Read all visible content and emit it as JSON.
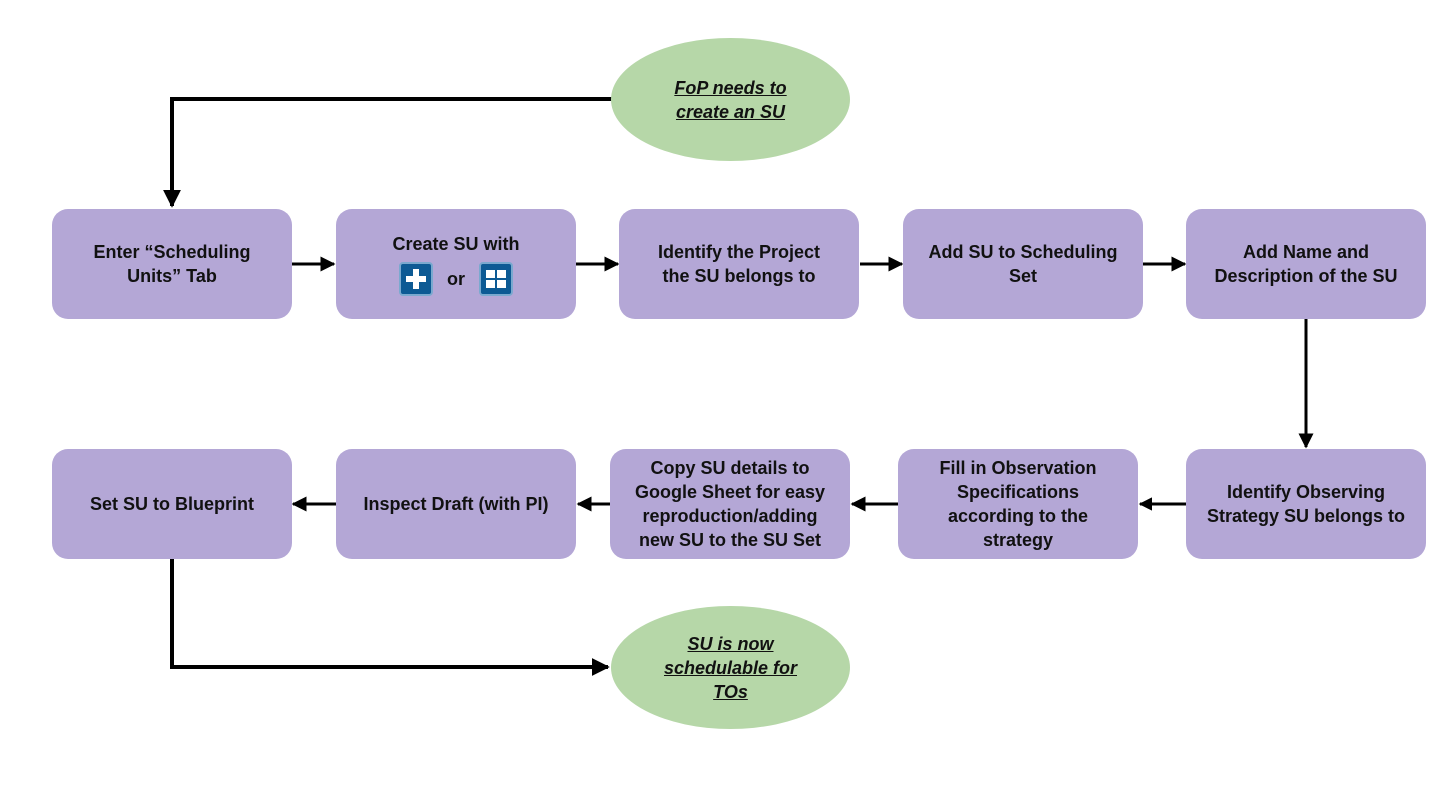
{
  "start": {
    "line1": "FoP needs to",
    "line2": "create an SU"
  },
  "end": {
    "line1": "SU is now",
    "line2": "schedulable for",
    "line3": "TOs"
  },
  "steps": {
    "enter_tab": "Enter “Scheduling Units” Tab",
    "create_su": "Create SU with",
    "create_or": "or",
    "identify_project": "Identify the Project the SU belongs to",
    "add_to_set": "Add SU to Scheduling Set",
    "add_name": "Add Name and Description of  the SU",
    "identify_strategy": "Identify Observing Strategy SU belongs to",
    "fill_specs": "Fill in Observation Specifications according to the strategy",
    "copy_details": "Copy SU details to Google Sheet for easy reproduction/adding new SU to the SU Set",
    "inspect_draft": "Inspect Draft (with PI)",
    "set_blueprint": "Set SU to Blueprint"
  },
  "icons": {
    "add": "add-plus-icon",
    "grid": "table-grid-icon"
  },
  "colors": {
    "box": "#b4a7d6",
    "terminal": "#b6d7a8",
    "icon": "#0d5a94",
    "arrow": "#000000"
  }
}
